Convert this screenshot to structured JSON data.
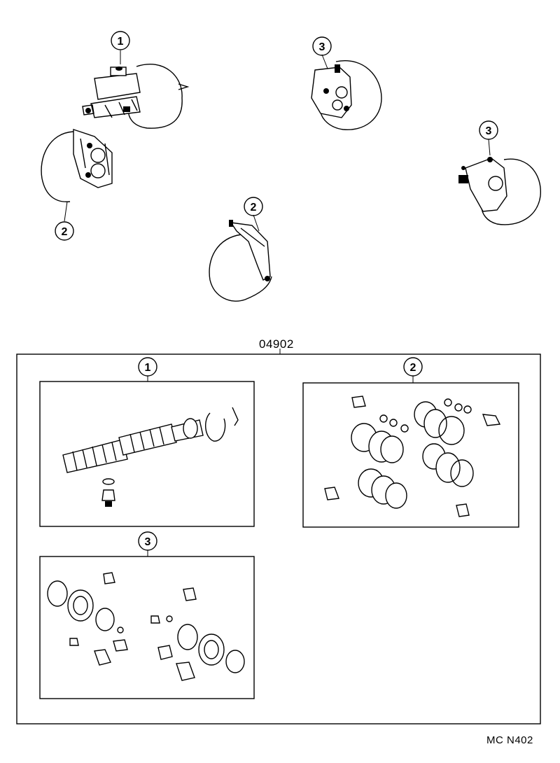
{
  "kit": {
    "part_number": "04902"
  },
  "reference_code": "MC N402",
  "callouts": {
    "master_cylinder": "1",
    "front_caliper_left": "2",
    "front_caliper_right": "2",
    "rear_caliper_left": "3",
    "rear_caliper_right": "3",
    "kit_panel_1": "1",
    "kit_panel_2": "2",
    "kit_panel_3": "3"
  }
}
